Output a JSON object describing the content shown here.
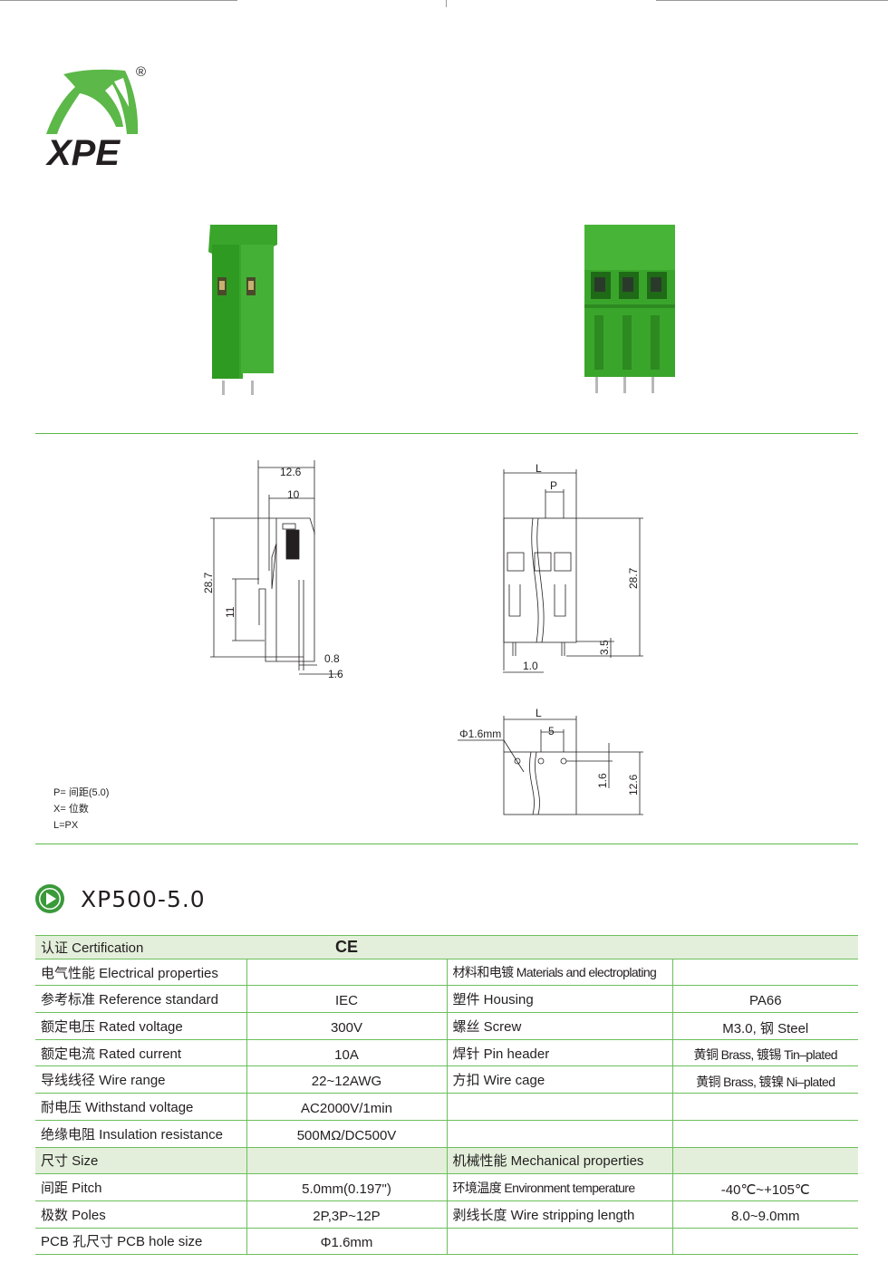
{
  "brand": {
    "logo_text": "XPE",
    "registered_mark": "®",
    "green": "#5cb848",
    "light_green": "#e3efdb"
  },
  "drawings": {
    "side": {
      "width_overall": "12.6",
      "width_inner": "10",
      "height": "28.7",
      "lower_height": "11",
      "pin_thickness": "0.8",
      "pin_offset": "1.6"
    },
    "front": {
      "length": "L",
      "pitch": "P",
      "height": "28.7",
      "pin_length": "3.5",
      "pin_width": "1.0"
    },
    "pcb": {
      "length": "L",
      "hole": "Φ1.6mm",
      "pitch": "5",
      "hole_offset": "1.6",
      "depth": "12.6"
    }
  },
  "notes": [
    "P= 间距(5.0)",
    "X= 位数",
    "L=PX"
  ],
  "product": {
    "model": "XP500-5.0",
    "icon": "play-circle-icon"
  },
  "table": {
    "certification": {
      "label": "认证 Certification",
      "value": "CE"
    },
    "rows": [
      {
        "type": "header",
        "l1": "电气性能 Electrical properties",
        "v1": "",
        "l2": "材料和电镀 Materials and electroplating",
        "v2": ""
      },
      {
        "l1": "参考标准 Reference standard",
        "v1": "IEC",
        "l2": "塑件 Housing",
        "v2": "PA66"
      },
      {
        "l1": "额定电压 Rated voltage",
        "v1": "300V",
        "l2": "螺丝 Screw",
        "v2": "M3.0, 钢 Steel"
      },
      {
        "l1": "额定电流 Rated current",
        "v1": "10A",
        "l2": "焊针 Pin header",
        "v2": "黄铜 Brass, 镀锡 Tin–plated"
      },
      {
        "l1": "导线线径 Wire range",
        "v1": "22~12AWG",
        "l2": "方扣 Wire cage",
        "v2": "黄铜 Brass, 镀镍 Ni–plated"
      },
      {
        "l1": "耐电压 Withstand voltage",
        "v1": "AC2000V/1min",
        "l2": "",
        "v2": ""
      },
      {
        "l1": "绝缘电阻 Insulation resistance",
        "v1": "500MΩ/DC500V",
        "l2": "",
        "v2": ""
      },
      {
        "l1": "尺寸 Size",
        "v1": "",
        "l2": "机械性能 Mechanical properties",
        "v2": ""
      },
      {
        "l1": "间距 Pitch",
        "v1": "5.0mm(0.197\")",
        "l2": "环境温度 Environment temperature",
        "v2": "-40℃~+105℃"
      },
      {
        "l1": "极数 Poles",
        "v1": "2P,3P~12P",
        "l2": "剥线长度 Wire stripping length",
        "v2": "8.0~9.0mm"
      },
      {
        "l1": "PCB 孔尺寸 PCB hole size",
        "v1": "Φ1.6mm",
        "l2": "",
        "v2": ""
      }
    ]
  }
}
